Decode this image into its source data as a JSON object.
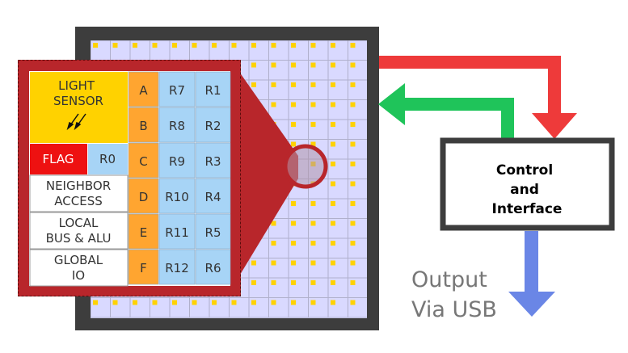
{
  "colors": {
    "frame": "#3d3d3d",
    "grid_bg": "#d9d9ff",
    "grid_line": "#b0b0cc",
    "pixel_dot": "#ffd200",
    "zoom_red": "#b8262b",
    "arrow_red": "#ee3a3a",
    "arrow_green": "#1fc45a",
    "arrow_blue": "#6a86e6",
    "sensor_yellow": "#ffd200",
    "flag_red": "#ee1111",
    "reg_blue": "#a7d4f6",
    "addr_orange": "#ffa530"
  },
  "pixel_cell": {
    "sensor_label": "LIGHT\nSENSOR",
    "flag_label": "FLAG",
    "r0_label": "R0",
    "blocks": [
      {
        "key": "neighbor",
        "label": "NEIGHBOR\nACCESS"
      },
      {
        "key": "local_bus",
        "label": "LOCAL\nBUS & ALU"
      },
      {
        "key": "global_io",
        "label": "GLOBAL\nIO"
      }
    ],
    "address_column": [
      "A",
      "B",
      "C",
      "D",
      "E",
      "F"
    ],
    "register_column_1": [
      "R7",
      "R8",
      "R9",
      "R10",
      "R11",
      "R12"
    ],
    "register_column_2": [
      "R1",
      "R2",
      "R3",
      "R4",
      "R5",
      "R6"
    ]
  },
  "control_box": {
    "label": "Control\nand\nInterface"
  },
  "output_label": "Output\nVia USB",
  "icons": {
    "sensor": "light-rays-icon"
  }
}
